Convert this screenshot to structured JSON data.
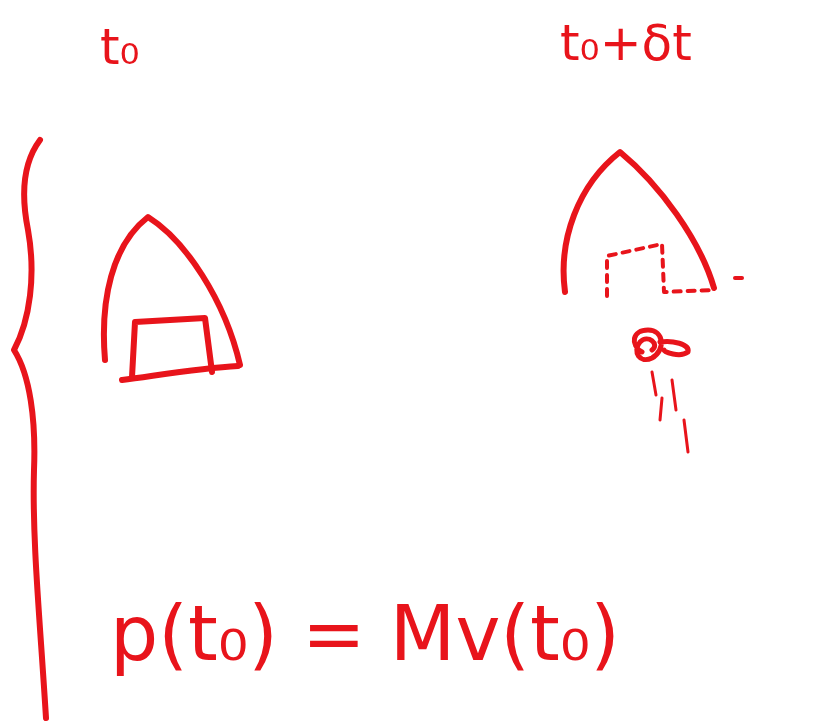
{
  "diagram": {
    "labels": [
      "t₀",
      "t₀+δt",
      "p(t₀) = Mv(t₀)"
    ]
  }
}
